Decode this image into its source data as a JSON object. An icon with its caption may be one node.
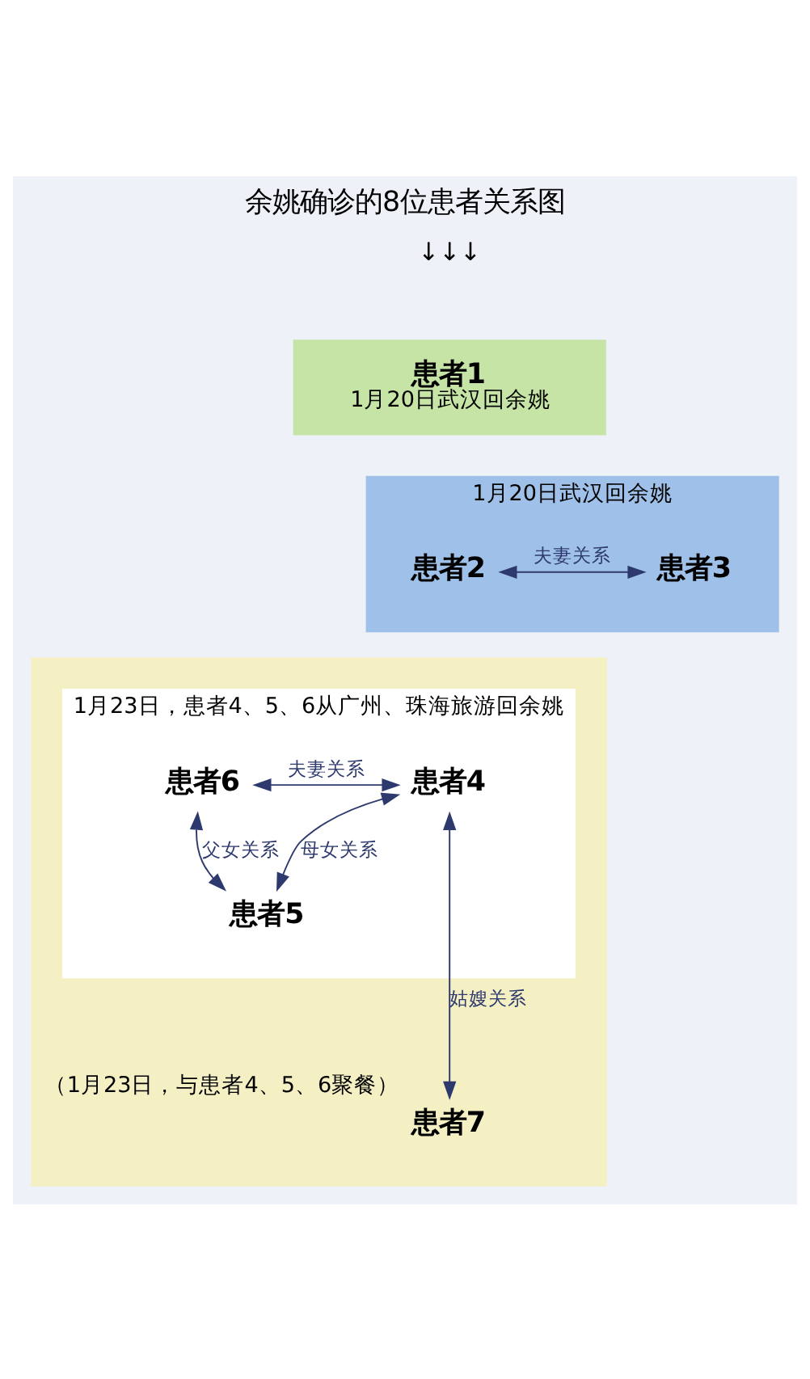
{
  "diagram": {
    "title": "余姚确诊的8位患者关系图",
    "nodes": [
      {
        "text": [
          "患者1",
          "1月20日武汉回余姚"
        ]
      },
      {
        "text": [
          "1月20日武汉回余姚"
        ]
      },
      {
        "text": [
          "患者2"
        ],
        "in": 1
      },
      {
        "text": [
          "患者3"
        ],
        "in": 1
      },
      {
        "text": [],
        "shape": "box"
      },
      {
        "text": [
          "1月23日，患者4、5、6从广州、珠海旅游回余姚"
        ],
        "in": 4
      },
      {
        "text": [
          "患者4"
        ],
        "in": 5
      },
      {
        "text": [
          "患者6"
        ],
        "in": 5
      },
      {
        "text": [
          "患者5"
        ],
        "in": 5
      },
      {
        "text": [
          "患者7"
        ],
        "in": 4,
        "beside": [
          "（1月23日，与患者4、5、6聚餐）"
        ]
      }
    ],
    "edges": [
      {
        "from": 2,
        "to": 3,
        "arrow": "both",
        "label": "夫妻关系"
      },
      {
        "from": 6,
        "to": 7,
        "arrow": "both",
        "label": "夫妻关系"
      },
      {
        "from": 6,
        "to": 8,
        "arrow": "both",
        "label": "母女关系"
      },
      {
        "from": 8,
        "to": 7,
        "arrow": "both",
        "label": "父女关系"
      },
      {
        "from": 6,
        "to": 9,
        "arrow": "both",
        "label": "姑嫂关系"
      }
    ],
    "labels": [
      "↓↓↓"
    ]
  }
}
